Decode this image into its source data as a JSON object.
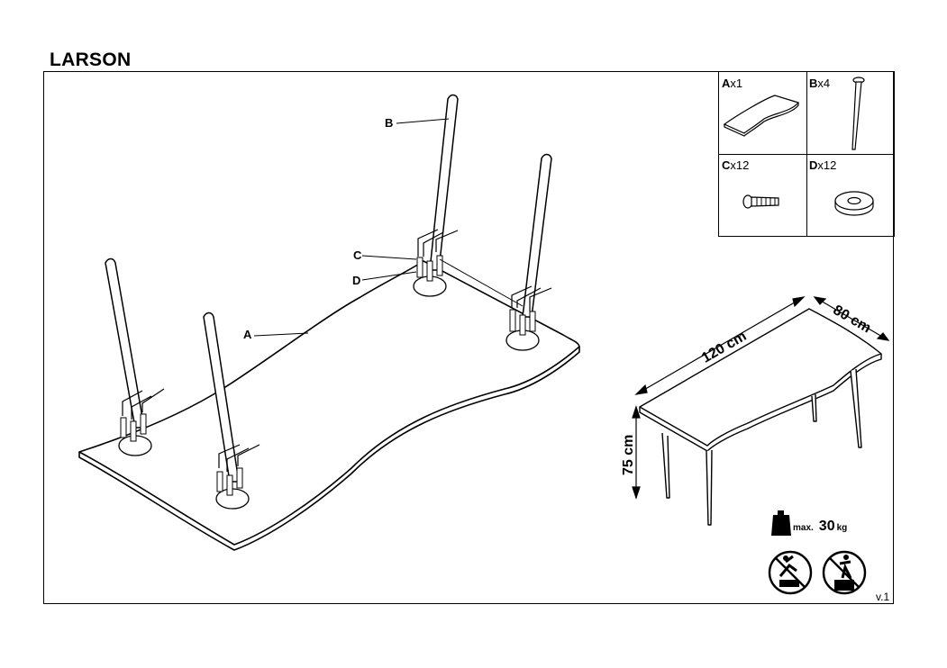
{
  "title": "LARSON",
  "version": "v.1",
  "parts": [
    {
      "letter": "A",
      "qty": "x1"
    },
    {
      "letter": "B",
      "qty": "x4"
    },
    {
      "letter": "C",
      "qty": "x12"
    },
    {
      "letter": "D",
      "qty": "x12"
    }
  ],
  "callouts": {
    "a": "A",
    "b": "B",
    "c": "C",
    "d": "D"
  },
  "dimensions": {
    "length": "120 cm",
    "width": "80 cm",
    "height": "75 cm"
  },
  "load": {
    "max_label": "max.",
    "value": "30",
    "unit": "kg"
  },
  "icons": [
    "no-climbing-icon",
    "no-standing-icon",
    "weight-icon"
  ]
}
